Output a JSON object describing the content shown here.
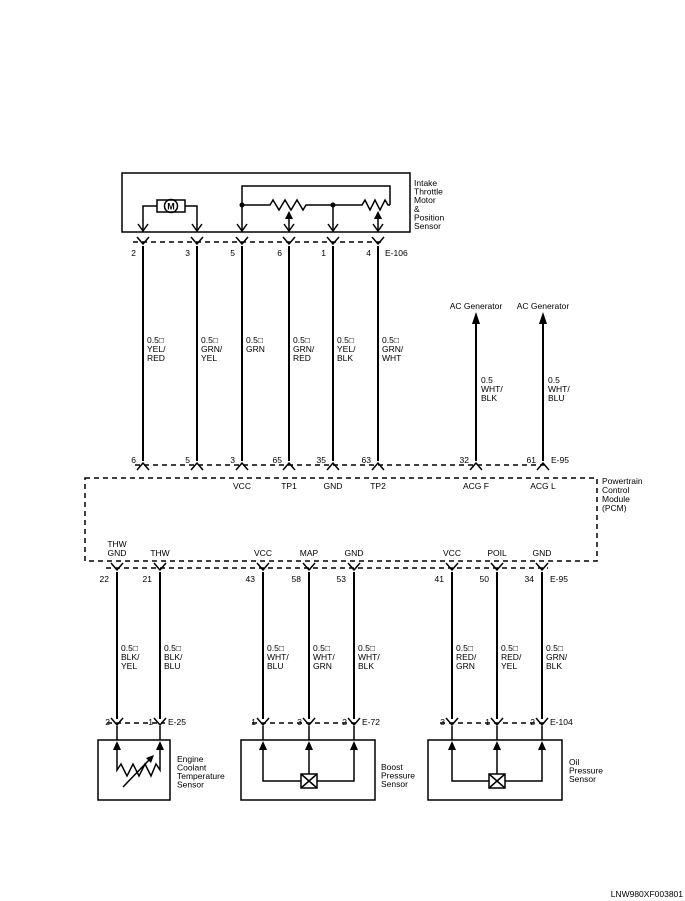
{
  "figure_id": "LNW980XF003801",
  "throttle": {
    "label": [
      "Intake",
      "Throttle",
      "Motor",
      "&",
      "Position",
      "Sensor"
    ],
    "motor_letter": "M",
    "connector": "E-106",
    "pins": [
      "2",
      "3",
      "5",
      "6",
      "1",
      "4"
    ],
    "wires": [
      [
        "0.5□",
        "YEL/",
        "RED"
      ],
      [
        "0.5□",
        "GRN/",
        "YEL"
      ],
      [
        "0.5□",
        "GRN"
      ],
      [
        "0.5□",
        "GRN/",
        "RED"
      ],
      [
        "0.5□",
        "YEL/",
        "BLK"
      ],
      [
        "0.5□",
        "GRN/",
        "WHT"
      ]
    ]
  },
  "ac_generator": [
    {
      "label": "AC Generator",
      "wire": [
        "0.5",
        "WHT/",
        "BLK"
      ]
    },
    {
      "label": "AC Generator",
      "wire": [
        "0.5",
        "WHT/",
        "BLU"
      ]
    }
  ],
  "pcm": {
    "label": [
      "Powertrain",
      "Control",
      "Module",
      "(PCM)"
    ],
    "top_connector": "E-95",
    "top_pins": [
      "6",
      "5",
      "3",
      "65",
      "35",
      "63",
      "32",
      "61"
    ],
    "top_terminals": [
      "VCC",
      "TP1",
      "GND",
      "TP2",
      "ACG F",
      "ACG L"
    ],
    "bottom_connector": "E-95",
    "bottom_pins": [
      "22",
      "21",
      "43",
      "58",
      "53",
      "41",
      "50",
      "34"
    ],
    "bottom_terminals": [
      [
        "THW",
        "GND"
      ],
      [
        "THW"
      ],
      [
        "VCC"
      ],
      [
        "MAP"
      ],
      [
        "GND"
      ],
      [
        "VCC"
      ],
      [
        "POIL"
      ],
      [
        "GND"
      ]
    ]
  },
  "sensor_wires": [
    [
      "0.5□",
      "BLK/",
      "YEL"
    ],
    [
      "0.5□",
      "BLK/",
      "BLU"
    ],
    [
      "0.5□",
      "WHT/",
      "BLU"
    ],
    [
      "0.5□",
      "WHT/",
      "GRN"
    ],
    [
      "0.5□",
      "WHT/",
      "BLK"
    ],
    [
      "0.5□",
      "RED/",
      "GRN"
    ],
    [
      "0.5□",
      "RED/",
      "YEL"
    ],
    [
      "0.5□",
      "GRN/",
      "BLK"
    ]
  ],
  "sensors": [
    {
      "label": [
        "Engine",
        "Coolant",
        "Temperature",
        "Sensor"
      ],
      "connector": "E-25",
      "pins": [
        "2",
        "1"
      ]
    },
    {
      "label": [
        "Boost",
        "Pressure",
        "Sensor"
      ],
      "connector": "E-72",
      "pins": [
        "1",
        "3",
        "2"
      ]
    },
    {
      "label": [
        "Oil",
        "Pressure",
        "Sensor"
      ],
      "connector": "E-104",
      "pins": [
        "3",
        "1",
        "2"
      ]
    }
  ]
}
